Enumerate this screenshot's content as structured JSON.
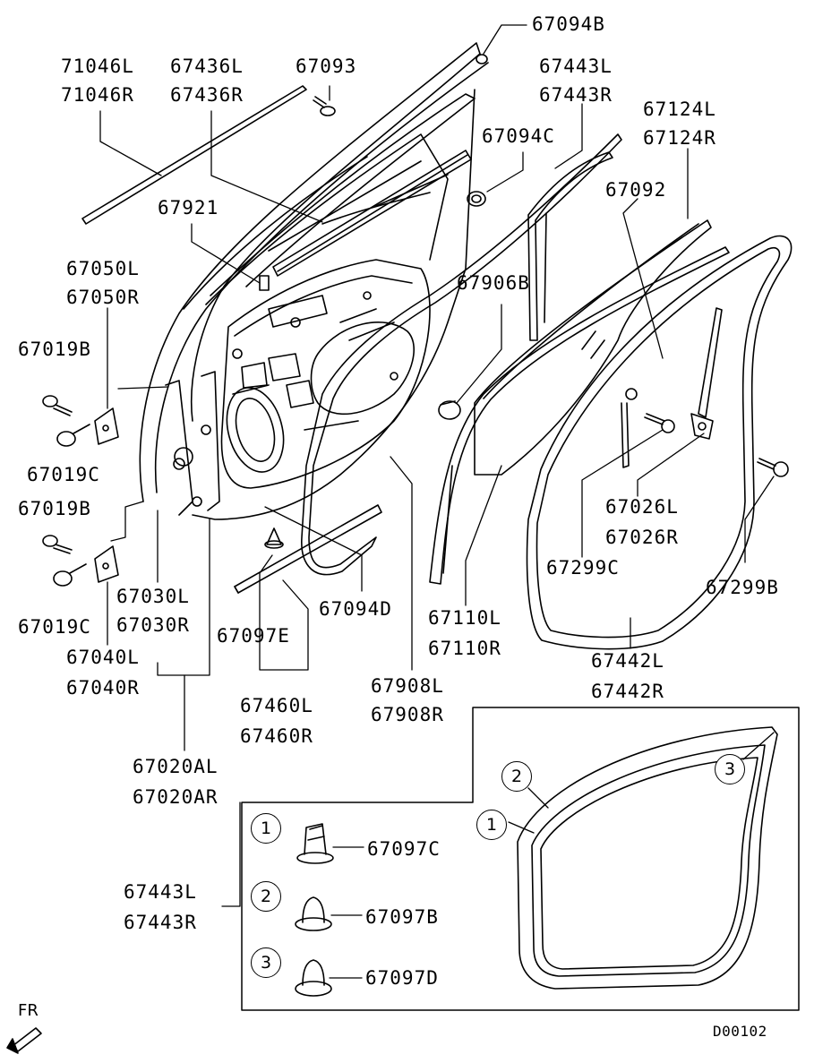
{
  "diagram": {
    "code": "D00102",
    "direction": "FR",
    "part_labels": {
      "p71046": [
        "71046L",
        "71046R"
      ],
      "p67436": [
        "67436L",
        "67436R"
      ],
      "p67093": "67093",
      "p67094B": "67094B",
      "p67443_top": [
        "67443L",
        "67443R"
      ],
      "p67124": [
        "67124L",
        "67124R"
      ],
      "p67094C": "67094C",
      "p67092": "67092",
      "p67921": "67921",
      "p67050": [
        "67050L",
        "67050R"
      ],
      "p67906B": "67906B",
      "p67019B_a": "67019B",
      "p67019C_a": "67019C",
      "p67019B_b": "67019B",
      "p67019C_b": "67019C",
      "p67026": [
        "67026L",
        "67026R"
      ],
      "p67299C": "67299C",
      "p67299B": "67299B",
      "p67030": [
        "67030L",
        "67030R"
      ],
      "p67094D": "67094D",
      "p67110": [
        "67110L",
        "67110R"
      ],
      "p67097E": "67097E",
      "p67040": [
        "67040L",
        "67040R"
      ],
      "p67442": [
        "67442L",
        "67442R"
      ],
      "p67460": [
        "67460L",
        "67460R"
      ],
      "p67908": [
        "67908L",
        "67908R"
      ],
      "p67020": [
        "67020AL",
        "67020AR"
      ],
      "p67443_detail": [
        "67443L",
        "67443R"
      ]
    },
    "detail_box": {
      "clips": [
        {
          "number": "1",
          "part": "67097C"
        },
        {
          "number": "2",
          "part": "67097B"
        },
        {
          "number": "3",
          "part": "67097D"
        }
      ],
      "seal_callouts": [
        "2",
        "1",
        "3"
      ]
    }
  }
}
